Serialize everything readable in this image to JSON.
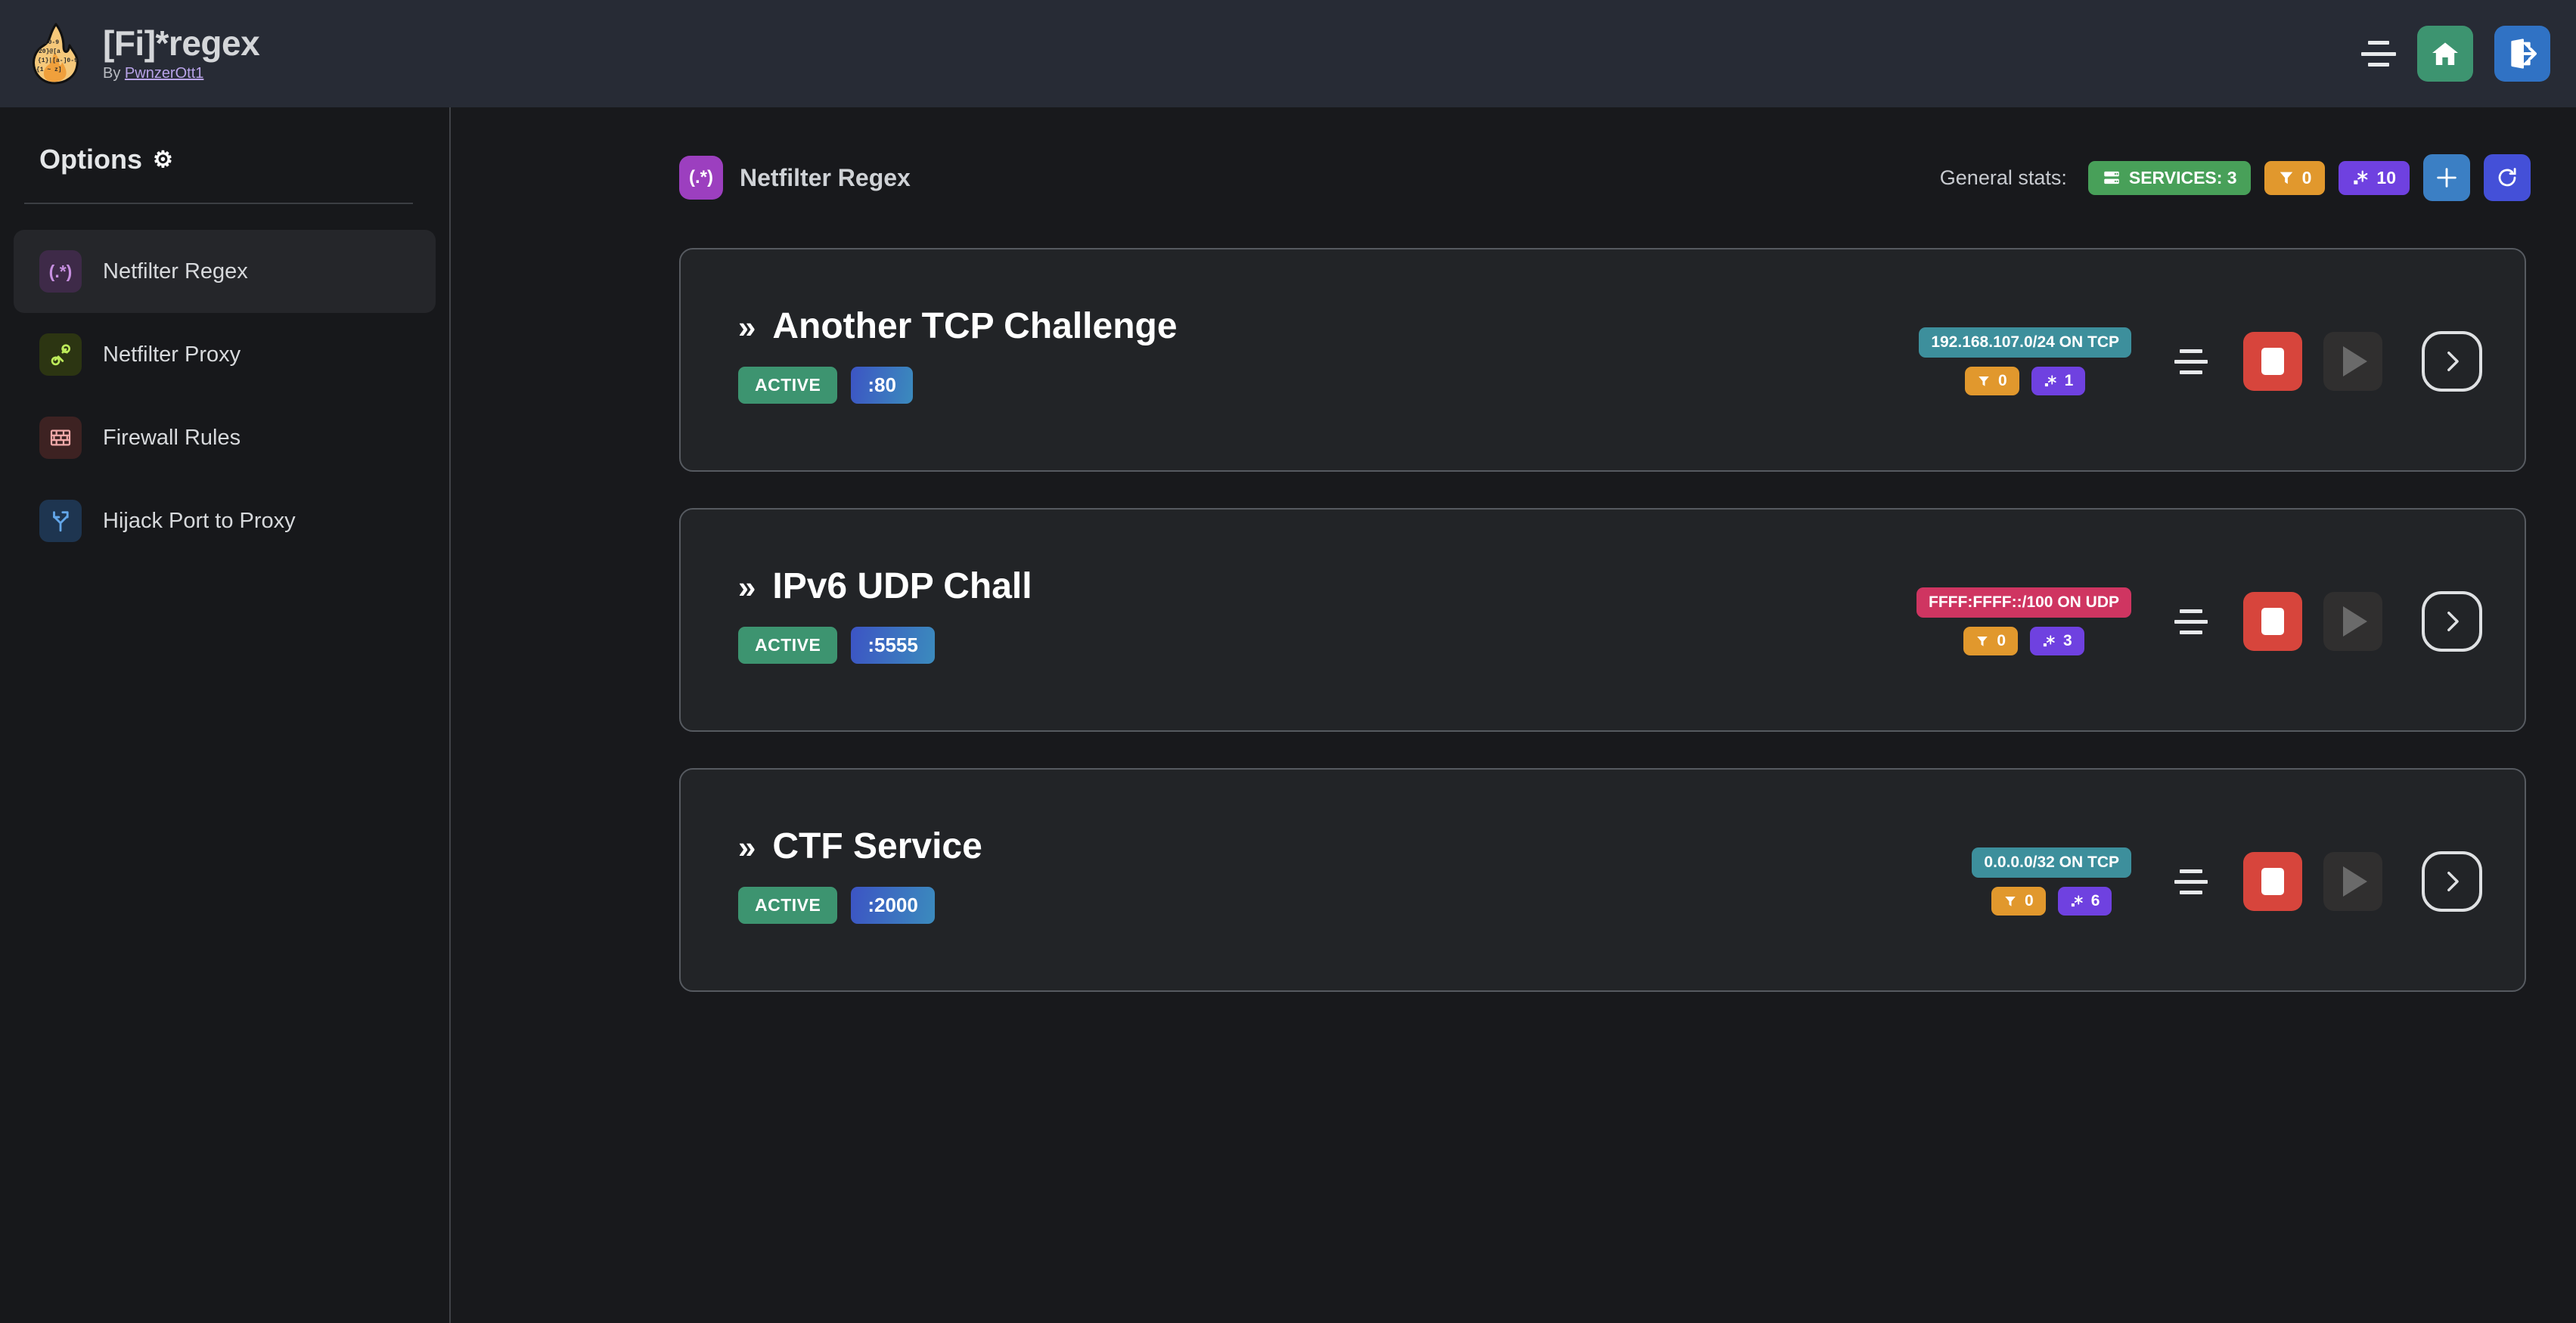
{
  "header": {
    "app_title": "[Fi]*regex",
    "by_prefix": "By ",
    "author": "PwnzerOtt1",
    "logo_icon": "flame-regex-logo",
    "menu_icon": "hamburger-menu-icon",
    "home_icon": "home-icon",
    "logout_icon": "logout-icon",
    "bg_color": "#272b35"
  },
  "sidebar": {
    "title": "Options",
    "gear_icon": "gear-icon",
    "items": [
      {
        "label": "Netfilter Regex",
        "icon": "regex-icon",
        "glyph": "(.*)",
        "active": true
      },
      {
        "label": "Netfilter Proxy",
        "icon": "plug-icon",
        "glyph": "⚭",
        "active": false
      },
      {
        "label": "Firewall Rules",
        "icon": "brickwall-icon",
        "glyph": "▓",
        "active": false
      },
      {
        "label": "Hijack Port to Proxy",
        "icon": "fork-arrow-icon",
        "glyph": "⎇",
        "active": false
      }
    ]
  },
  "main": {
    "page_title": "Netfilter Regex",
    "page_icon": "regex-icon",
    "page_icon_glyph": "(.*)",
    "page_icon_color": "#9c3fbf",
    "stats": {
      "label": "General stats:",
      "services_icon": "server-icon",
      "services_label": "SERVICES: 3",
      "filters_icon": "filter-icon",
      "filters_count": "0",
      "regex_icon": "regex-count-icon",
      "regex_count": "10",
      "add_icon": "plus-icon",
      "refresh_icon": "refresh-icon"
    },
    "colors": {
      "green": "#48a059",
      "orange": "#e1982d",
      "purple": "#6f41e0",
      "teal": "#3d8f9c",
      "pink": "#cf3561",
      "red": "#d7453c",
      "blue_add": "#3b7fc4",
      "indigo_refresh": "#4450d8"
    },
    "services": [
      {
        "chevron": "»",
        "name": "Another TCP Challenge",
        "status": "ACTIVE",
        "port": ":80",
        "network": "192.168.107.0/24 ON TCP",
        "network_color": "teal",
        "filters_count": "0",
        "regex_count": "1",
        "drag_icon": "drag-handle-icon",
        "stop_icon": "stop-icon",
        "play_icon": "play-icon",
        "go_icon": "chevron-right-icon"
      },
      {
        "chevron": "»",
        "name": "IPv6 UDP Chall",
        "status": "ACTIVE",
        "port": ":5555",
        "network": "FFFF:FFFF::/100 ON UDP",
        "network_color": "pink",
        "filters_count": "0",
        "regex_count": "3",
        "drag_icon": "drag-handle-icon",
        "stop_icon": "stop-icon",
        "play_icon": "play-icon",
        "go_icon": "chevron-right-icon"
      },
      {
        "chevron": "»",
        "name": "CTF Service",
        "status": "ACTIVE",
        "port": ":2000",
        "network": "0.0.0.0/32 ON TCP",
        "network_color": "teal",
        "filters_count": "0",
        "regex_count": "6",
        "drag_icon": "drag-handle-icon",
        "stop_icon": "stop-icon",
        "play_icon": "play-icon",
        "go_icon": "chevron-right-icon"
      }
    ]
  }
}
